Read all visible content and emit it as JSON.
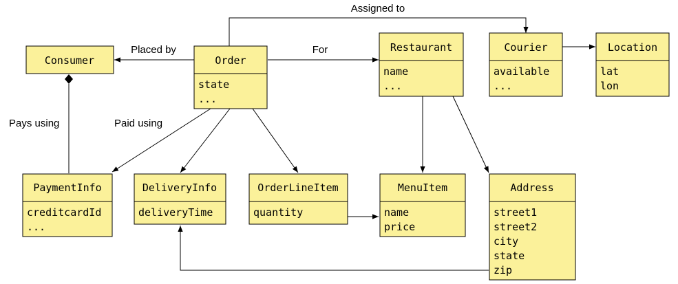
{
  "colors": {
    "box_fill": "#fbf19a",
    "line": "#000000"
  },
  "boxes": {
    "consumer": {
      "title": "Consumer",
      "attrs": []
    },
    "order": {
      "title": "Order",
      "attrs": [
        "state",
        "..."
      ]
    },
    "restaurant": {
      "title": "Restaurant",
      "attrs": [
        "name",
        "..."
      ]
    },
    "courier": {
      "title": "Courier",
      "attrs": [
        "available",
        "..."
      ]
    },
    "location": {
      "title": "Location",
      "attrs": [
        "lat",
        "lon"
      ]
    },
    "paymentinfo": {
      "title": "PaymentInfo",
      "attrs": [
        "creditcardId",
        "..."
      ]
    },
    "deliveryinfo": {
      "title": "DeliveryInfo",
      "attrs": [
        "deliveryTime"
      ]
    },
    "orderlineitem": {
      "title": "OrderLineItem",
      "attrs": [
        "quantity"
      ]
    },
    "menuitem": {
      "title": "MenuItem",
      "attrs": [
        "name",
        "price"
      ]
    },
    "address": {
      "title": "Address",
      "attrs": [
        "street1",
        "street2",
        "city",
        "state",
        "zip"
      ]
    }
  },
  "edges": {
    "assigned_to": "Assigned to",
    "placed_by": "Placed by",
    "for": "For",
    "pays_using": "Pays using",
    "paid_using": "Paid using"
  }
}
